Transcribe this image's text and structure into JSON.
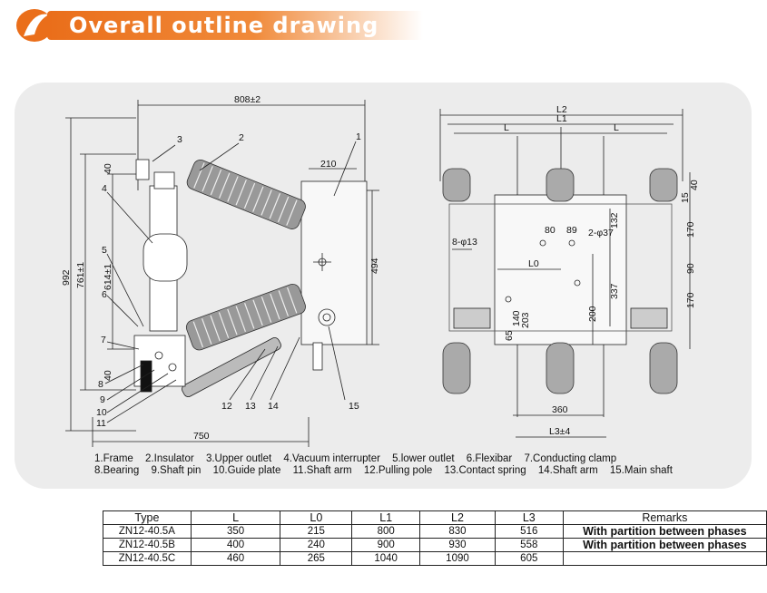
{
  "header": {
    "title": "Overall outline drawing",
    "accent": "#ea6e1a"
  },
  "drawing": {
    "left": {
      "dims": {
        "width_top": "808±2",
        "width_bottom": "750",
        "height_total": "992",
        "height_inner": "761±1",
        "h_614": "614±1",
        "h_40a": "40",
        "h_40b": "40",
        "w_210": "210",
        "h_494": "494"
      },
      "callouts": [
        "1",
        "2",
        "3",
        "4",
        "5",
        "6",
        "7",
        "8",
        "9",
        "10",
        "11",
        "12",
        "13",
        "14",
        "15"
      ]
    },
    "right": {
      "dims": {
        "L2": "L2",
        "L1": "L1",
        "L_left": "L",
        "L_right": "L",
        "d_80": "80",
        "d_89": "89",
        "hole_2": "2-φ37",
        "hole_8": "8-φ13",
        "d_132": "132",
        "L0": "L0",
        "d_337": "337",
        "d_200": "200",
        "d_140": "140",
        "d_203": "203",
        "d_65": "65",
        "d_360": "360",
        "L3": "L3±4",
        "r_15": "15",
        "r_40": "40",
        "r_170a": "170",
        "r_90": "90",
        "r_170b": "170"
      }
    }
  },
  "legend": {
    "row1": [
      "1.Frame",
      "2.Insulator",
      "3.Upper outlet",
      "4.Vacuum interrupter",
      "5.lower outlet",
      "6.Flexibar",
      "7.Conducting clamp"
    ],
    "row2": [
      "8.Bearing",
      "9.Shaft pin",
      "10.Guide plate",
      "11.Shaft arm",
      "12.Pulling pole",
      "13.Contact spring",
      "14.Shaft arm",
      "15.Main shaft"
    ]
  },
  "table": {
    "headers": [
      "Type",
      "L",
      "L0",
      "L1",
      "L2",
      "L3",
      "Remarks"
    ],
    "rows": [
      [
        "ZN12-40.5A",
        "350",
        "215",
        "800",
        "830",
        "516",
        "With partition between phases"
      ],
      [
        "ZN12-40.5B",
        "400",
        "240",
        "900",
        "930",
        "558",
        "With partition between phases"
      ],
      [
        "ZN12-40.5C",
        "460",
        "265",
        "1040",
        "1090",
        "605",
        ""
      ]
    ]
  }
}
